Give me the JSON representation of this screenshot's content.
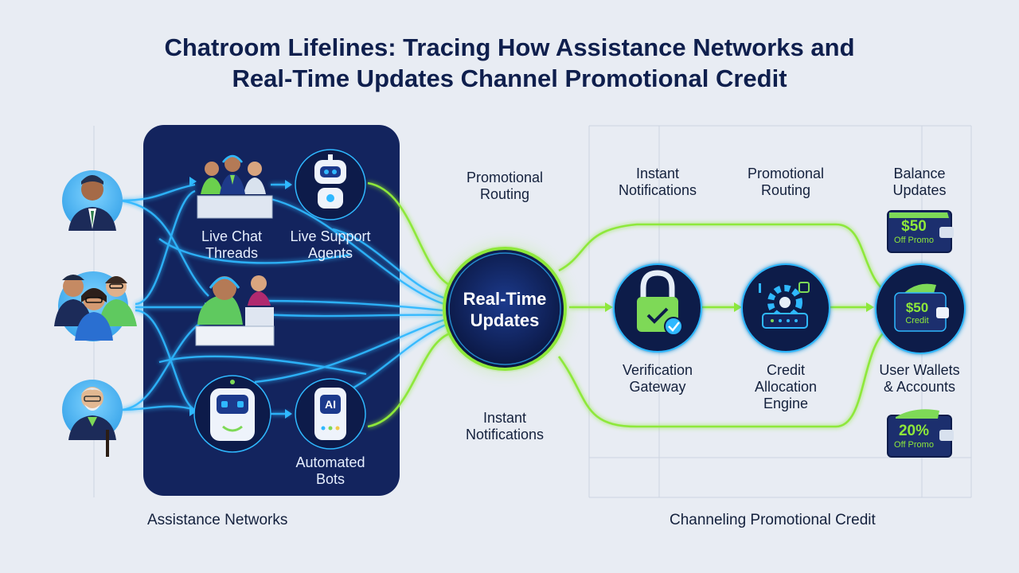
{
  "title": {
    "line1": "Chatroom Lifelines: Tracing How Assistance Networks and",
    "line2": "Real-Time Updates Channel Promotional Credit"
  },
  "left_panel": {
    "nodes": {
      "live_chat_threads": {
        "line1": "Live Chat",
        "line2": "Threads",
        "icon": "chat-team-icon"
      },
      "live_support_agents": {
        "line1": "Live Support",
        "line2": "Agents",
        "icon": "robot-agent-icon"
      },
      "support_desk": {
        "icon": "support-desk-icon"
      },
      "bot": {
        "icon": "bot-icon"
      },
      "automated_bots": {
        "line1": "Automated",
        "line2": "Bots",
        "icon": "ai-phone-icon",
        "badge": "AI"
      }
    },
    "footer": "Assistance Networks"
  },
  "hub": {
    "line1": "Real-Time",
    "line2": "Updates"
  },
  "flow_labels": {
    "promo_left": {
      "line1": "Promotional",
      "line2": "Routing"
    },
    "notif_left": {
      "line1": "Instant",
      "line2": "Notifications"
    },
    "notif_top": {
      "line1": "Instant",
      "line2": "Notifications"
    },
    "promo_top": {
      "line1": "Promotional",
      "line2": "Routing"
    },
    "balance_top": {
      "line1": "Balance",
      "line2": "Updates"
    }
  },
  "right_nodes": {
    "verification_gateway": {
      "line1": "Verification",
      "line2": "Gateway",
      "icon": "lock-check-icon"
    },
    "credit_engine": {
      "line1": "Credit",
      "line2": "Allocation",
      "line3": "Engine",
      "icon": "gear-engine-icon"
    },
    "user_wallets": {
      "line1": "User Wallets",
      "line2": "& Accounts",
      "icon": "wallet-icon",
      "amount": "$50",
      "caption": "Credit"
    }
  },
  "cards": {
    "top": {
      "amount": "$50",
      "caption": "Off Promo"
    },
    "bottom": {
      "amount": "20%",
      "caption": "Off Promo"
    }
  },
  "right_footer": "Channeling Promotional Credit",
  "colors": {
    "title": "#0f1f4d",
    "panel": "#13245e",
    "blue_flow": "#2fb8ff",
    "green_flow": "#8ee83a",
    "node_fill": "#0d1b4a",
    "accent_green": "#7ed957"
  }
}
